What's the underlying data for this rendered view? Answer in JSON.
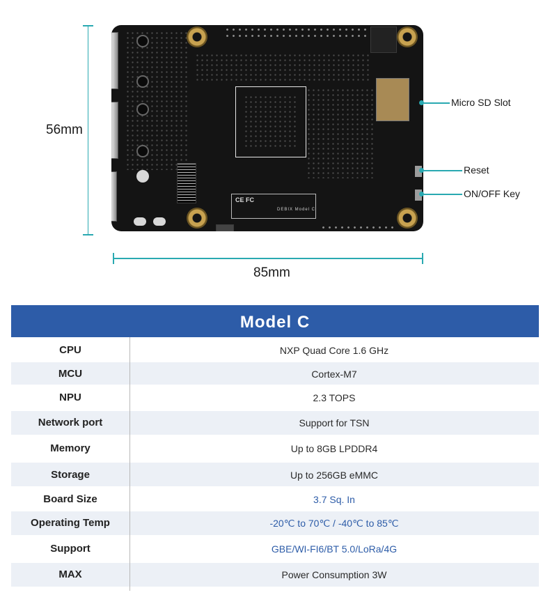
{
  "dimensions": {
    "height_label": "56mm",
    "width_label": "85mm"
  },
  "board": {
    "cert_text": "CE FC",
    "board_text": "DEBIX Model C"
  },
  "callouts": [
    {
      "label": "Micro SD Slot"
    },
    {
      "label": "Reset"
    },
    {
      "label": "ON/OFF Key"
    }
  ],
  "colors": {
    "accent": "#29a9b1",
    "header": "#2d5ca8",
    "row_alt": "#ecf0f6"
  },
  "spec_table": {
    "title": "Model  C",
    "rows": [
      {
        "key": "CPU",
        "value": "NXP Quad Core 1.6 GHz"
      },
      {
        "key": "MCU",
        "value": "Cortex-M7"
      },
      {
        "key": "NPU",
        "value": "2.3 TOPS"
      },
      {
        "key": "Network port",
        "value": "Support for TSN"
      },
      {
        "key": "Memory",
        "value": "Up to 8GB LPDDR4"
      },
      {
        "key": "Storage",
        "value": "Up to 256GB eMMC"
      },
      {
        "key": "Board Size",
        "value": "3.7 Sq. In"
      },
      {
        "key": "Operating Temp",
        "value": "-20℃ to 70℃ / -40℃ to 85℃"
      },
      {
        "key": "Support",
        "value": "GBE/WI-FI6/BT 5.0/LoRa/4G"
      },
      {
        "key": "MAX",
        "value": "Power Consumption 3W"
      }
    ]
  }
}
